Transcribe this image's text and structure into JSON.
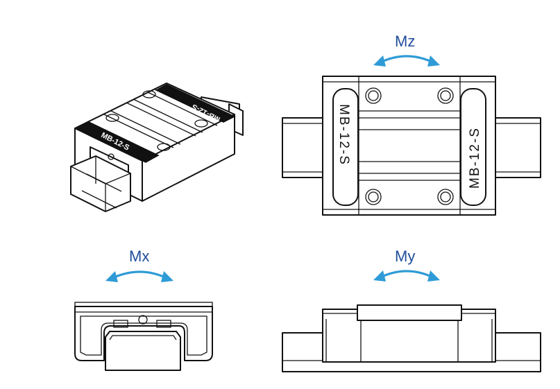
{
  "labels": {
    "mz": "Mz",
    "mx": "Mx",
    "my": "My"
  },
  "block_marking": "MB-12-S",
  "block_marking_iso_front": "MB-12-S",
  "block_marking_iso_top": "MB-12-S",
  "colors": {
    "label": "#1f4e9a",
    "arrow": "#2f9bd6",
    "line": "#111111"
  }
}
